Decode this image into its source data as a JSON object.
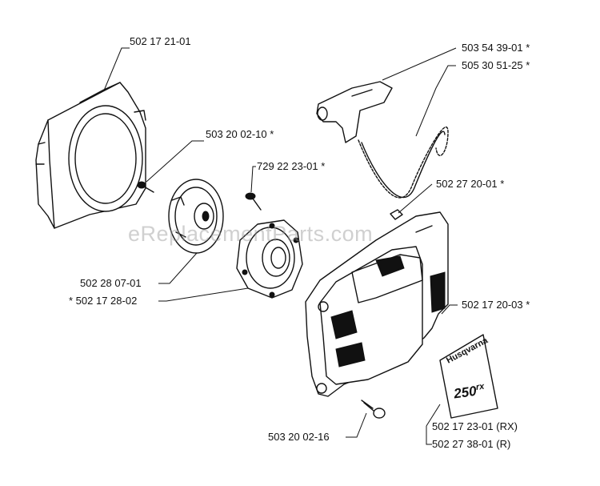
{
  "watermark": "eReplacementParts.com",
  "labels": {
    "p1": "502 17 21-01",
    "p2": "503 20 02-10  *",
    "p3": "729 22 23-01  *",
    "p4": "503 54 39-01  *",
    "p5": "505 30 51-25  *",
    "p6": "502 27 20-01  *",
    "p7": "502 28 07-01",
    "p8": "*  502 17 28-02",
    "p9": "502 17 20-03  *",
    "p10": "503 20 02-16",
    "p11": "502 17 23-01  (RX)",
    "p12": "502 27 38-01  (R)"
  },
  "decal": {
    "brand": "Husqvarna",
    "model": "250",
    "suffix": "rx"
  }
}
